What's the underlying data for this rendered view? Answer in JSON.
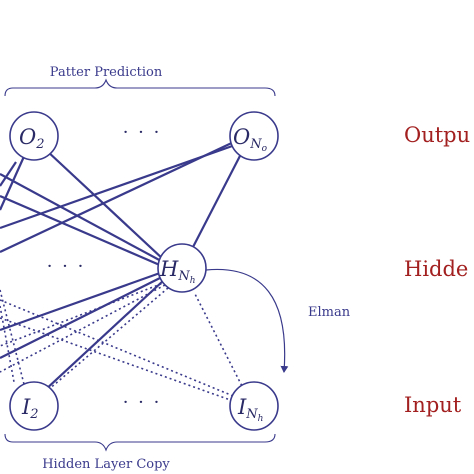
{
  "top_caption": "Patter Prediction",
  "bottom_caption": "Hidden Layer Copy",
  "recurrent_label": "Elman",
  "ellipsis": "· · ·",
  "nodes": {
    "o2": {
      "base": "O",
      "sub": "2"
    },
    "on": {
      "base": "O",
      "sub": "N",
      "subsub": "o"
    },
    "hn": {
      "base": "H",
      "sub": "N",
      "subsub": "h"
    },
    "i2": {
      "base": "I",
      "sub": "2"
    },
    "in": {
      "base": "I",
      "sub": "N",
      "subsub": "h"
    }
  },
  "layers": {
    "output": "Outpu",
    "hidden": "Hidde",
    "input": "Input"
  },
  "colors": {
    "network": "#3a3a8c",
    "layer_label": "#a32020"
  }
}
